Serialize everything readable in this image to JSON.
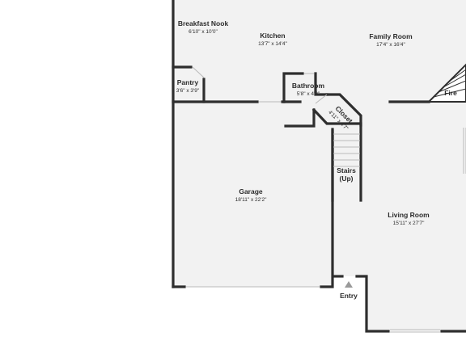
{
  "rooms": {
    "breakfast_nook": {
      "name": "Breakfast Nook",
      "dims": "6'10\" x 10'0\""
    },
    "kitchen": {
      "name": "Kitchen",
      "dims": "13'7\" x 14'4\""
    },
    "family_room": {
      "name": "Family Room",
      "dims": "17'4\" x 16'4\""
    },
    "pantry": {
      "name": "Pantry",
      "dims": "3'6\" x 3'9\""
    },
    "bathroom": {
      "name": "Bathroom",
      "dims": "5'8\" x 4'2\""
    },
    "closet": {
      "name": "Closet",
      "dims": "4'11\" x 4'7\""
    },
    "fire": {
      "name": "Fire"
    },
    "stairs": {
      "name": "Stairs",
      "note": "(Up)"
    },
    "garage": {
      "name": "Garage",
      "dims": "18'11\" x 22'2\""
    },
    "living_room": {
      "name": "Living Room",
      "dims": "15'11\" x 27'7\""
    },
    "entry": {
      "name": "Entry"
    }
  },
  "colors": {
    "wall": "#2e2e2e",
    "floor": "#f2f2f2",
    "background": "#ffffff"
  }
}
